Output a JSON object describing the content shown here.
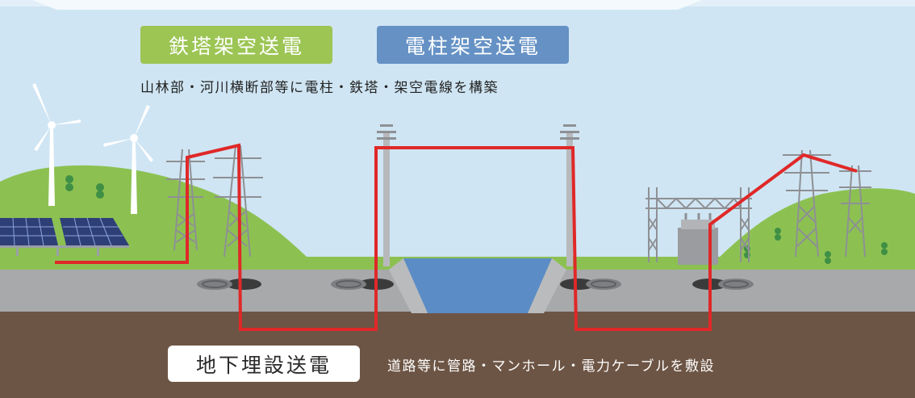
{
  "labels": {
    "tower_overhead": "鉄塔架空送電",
    "pole_overhead": "電柱架空送電",
    "overhead_description": "山林部・河川横断部等に電柱・鉄塔・架空電線を構築",
    "underground": "地下埋設送電",
    "underground_description": "道路等に管路・マンホール・電力ケーブルを敷設"
  },
  "colors": {
    "sky": "#cfe5f3",
    "hills": "#8cc152",
    "road": "#a7a9ab",
    "earth": "#6d5545",
    "river": "#5b8cc6",
    "cable": "#e02828",
    "tower_tag": "#9cc554",
    "pole_tag": "#6591c5"
  },
  "icons": [
    "wind-turbine-icon",
    "solar-panel-icon",
    "transmission-tower-icon",
    "utility-pole-icon",
    "manhole-icon",
    "substation-icon",
    "transformer-icon",
    "tree-icon"
  ]
}
